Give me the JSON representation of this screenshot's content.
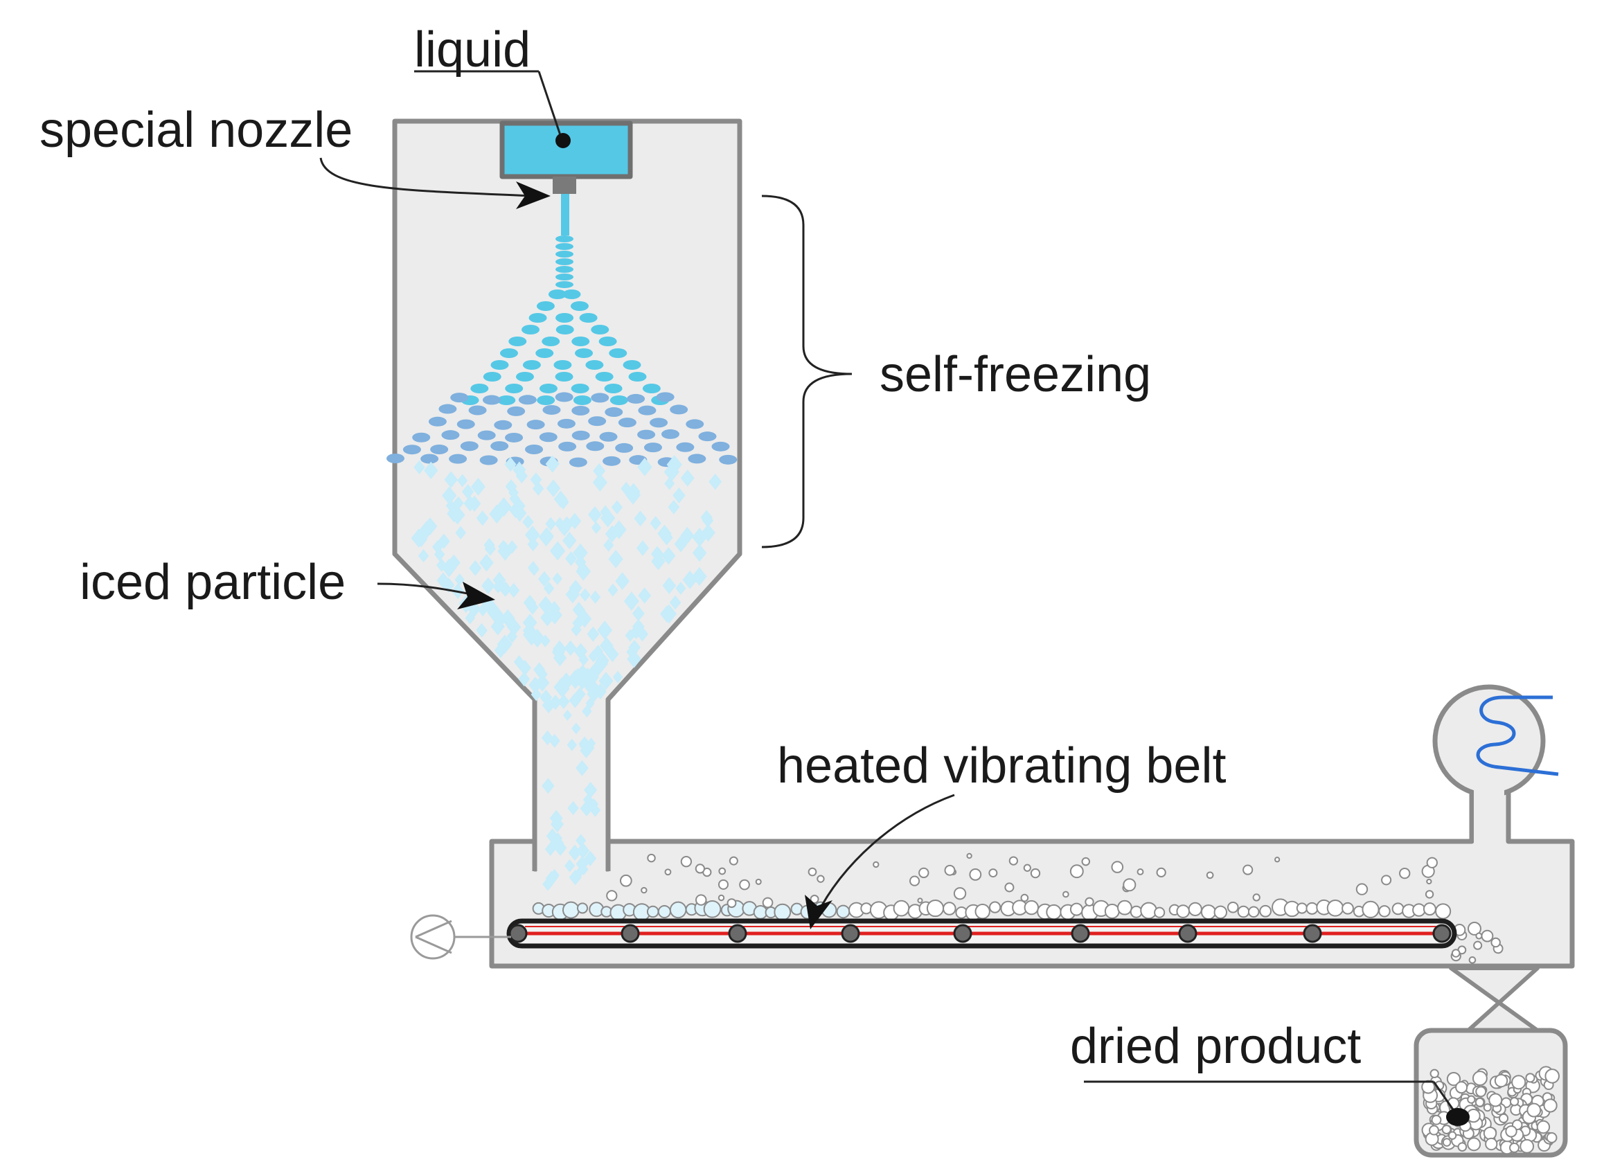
{
  "labels": {
    "liquid": "liquid",
    "special_nozzle": "special nozzle",
    "self_freezing": "self-freezing",
    "iced_particle": "iced particle",
    "heated_vibrating_belt": "heated vibrating belt",
    "dried_product": "dried product"
  },
  "colors": {
    "vessel_fill": "#ececec",
    "vessel_stroke": "#8a8a8a",
    "liquid": "#55c8e6",
    "droplet_dark": "#7fb0de",
    "ice_particle": "#c7ecfa",
    "heater_line": "#e02020",
    "coil": "#2c6fd6",
    "text": "#1a1a1a"
  }
}
